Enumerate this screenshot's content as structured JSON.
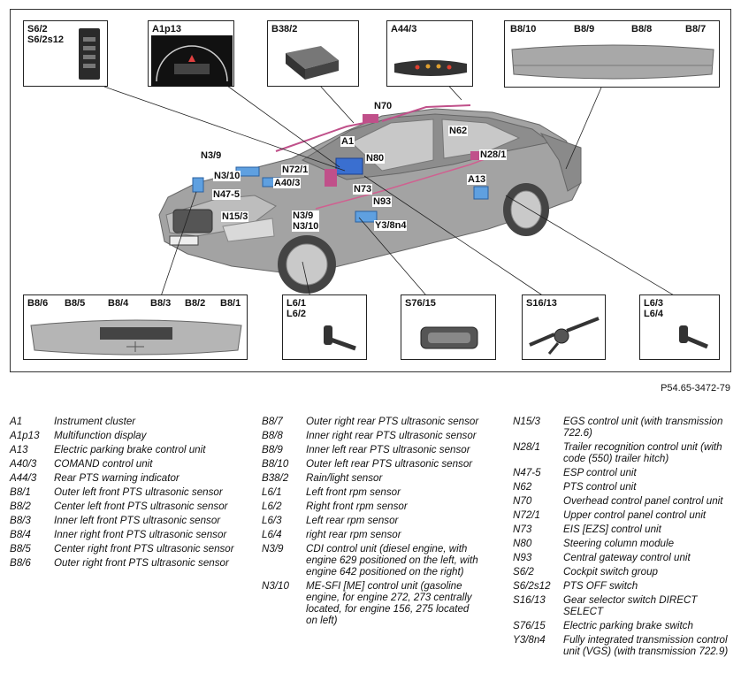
{
  "figure_ref": "P54.65-3472-79",
  "callouts": {
    "s62": "S6/2\nS6/2s12",
    "a1p13": "A1p13",
    "b382": "B38/2",
    "a443": "A44/3",
    "rear_bumper": [
      "B8/10",
      "B8/9",
      "B8/8",
      "B8/7"
    ],
    "front_bumper": [
      "B8/6",
      "B8/5",
      "B8/4",
      "B8/3",
      "B8/2",
      "B8/1"
    ],
    "l61": "L6/1\nL6/2",
    "s7615": "S76/15",
    "s1613": "S16/13",
    "l63": "L6/3\nL6/4"
  },
  "car_labels": [
    "N70",
    "A1",
    "N62",
    "N3/9",
    "N72/1",
    "N80",
    "N28/1",
    "N3/10",
    "A40/3",
    "N47-5",
    "N73",
    "A13",
    "N93",
    "N15/3",
    "N3/9\nN3/10",
    "Y3/8n4"
  ],
  "cluster_text": "A1p13",
  "legend_col1": [
    {
      "code": "A1",
      "desc": "Instrument cluster"
    },
    {
      "code": "A1p13",
      "desc": "Multifunction display"
    },
    {
      "code": "A13",
      "desc": "Electric parking brake control unit"
    },
    {
      "code": "A40/3",
      "desc": "COMAND control unit"
    },
    {
      "code": "A44/3",
      "desc": "Rear PTS warning indicator"
    },
    {
      "code": "B8/1",
      "desc": "Outer left front PTS ultrasonic sensor"
    },
    {
      "code": "B8/2",
      "desc": "Center left front PTS ultrasonic sensor"
    },
    {
      "code": "B8/3",
      "desc": "Inner left front PTS ultrasonic sensor"
    },
    {
      "code": "B8/4",
      "desc": "Inner right front PTS ultrasonic sensor"
    },
    {
      "code": "B8/5",
      "desc": "Center right front PTS ultrasonic sensor"
    },
    {
      "code": "B8/6",
      "desc": "Outer right front PTS ultrasonic sensor"
    }
  ],
  "legend_col2": [
    {
      "code": "B8/7",
      "desc": "Outer right rear PTS ultrasonic sensor"
    },
    {
      "code": "B8/8",
      "desc": "Inner right rear PTS ultrasonic sensor"
    },
    {
      "code": "B8/9",
      "desc": "Inner left rear PTS ultrasonic sensor"
    },
    {
      "code": "B8/10",
      "desc": "Outer left rear PTS ultrasonic sensor"
    },
    {
      "code": "B38/2",
      "desc": "Rain/light sensor"
    },
    {
      "code": "L6/1",
      "desc": "Left front rpm sensor"
    },
    {
      "code": "L6/2",
      "desc": "Right front rpm sensor"
    },
    {
      "code": "L6/3",
      "desc": "Left rear rpm sensor"
    },
    {
      "code": "L6/4",
      "desc": "right rear rpm sensor"
    },
    {
      "code": "N3/9",
      "desc": "CDI control unit (diesel engine, with engine 629 positioned on the left, with engine 642 positioned on the right)"
    },
    {
      "code": "N3/10",
      "desc": "ME-SFI [ME] control unit (gasoline engine, for engine 272, 273 centrally located, for engine 156, 275 located on left)"
    }
  ],
  "legend_col3": [
    {
      "code": "N15/3",
      "desc": "EGS control unit (with transmission 722.6)"
    },
    {
      "code": "N28/1",
      "desc": "Trailer recognition control unit (with code (550) trailer hitch)"
    },
    {
      "code": "N47-5",
      "desc": "ESP control unit"
    },
    {
      "code": "N62",
      "desc": "PTS control unit"
    },
    {
      "code": "N70",
      "desc": "Overhead control panel control unit"
    },
    {
      "code": "N72/1",
      "desc": "Upper control panel control unit"
    },
    {
      "code": "N73",
      "desc": "EIS [EZS] control unit"
    },
    {
      "code": "N80",
      "desc": "Steering column module"
    },
    {
      "code": "N93",
      "desc": "Central gateway control unit"
    },
    {
      "code": "S6/2",
      "desc": "Cockpit switch group"
    },
    {
      "code": "S6/2s12",
      "desc": "PTS OFF switch"
    },
    {
      "code": "S16/13",
      "desc": "Gear selector switch DIRECT SELECT"
    },
    {
      "code": "S76/15",
      "desc": "Electric parking brake switch"
    },
    {
      "code": "Y3/8n4",
      "desc": "Fully integrated transmission control unit (VGS) (with transmission 722.9)"
    }
  ]
}
